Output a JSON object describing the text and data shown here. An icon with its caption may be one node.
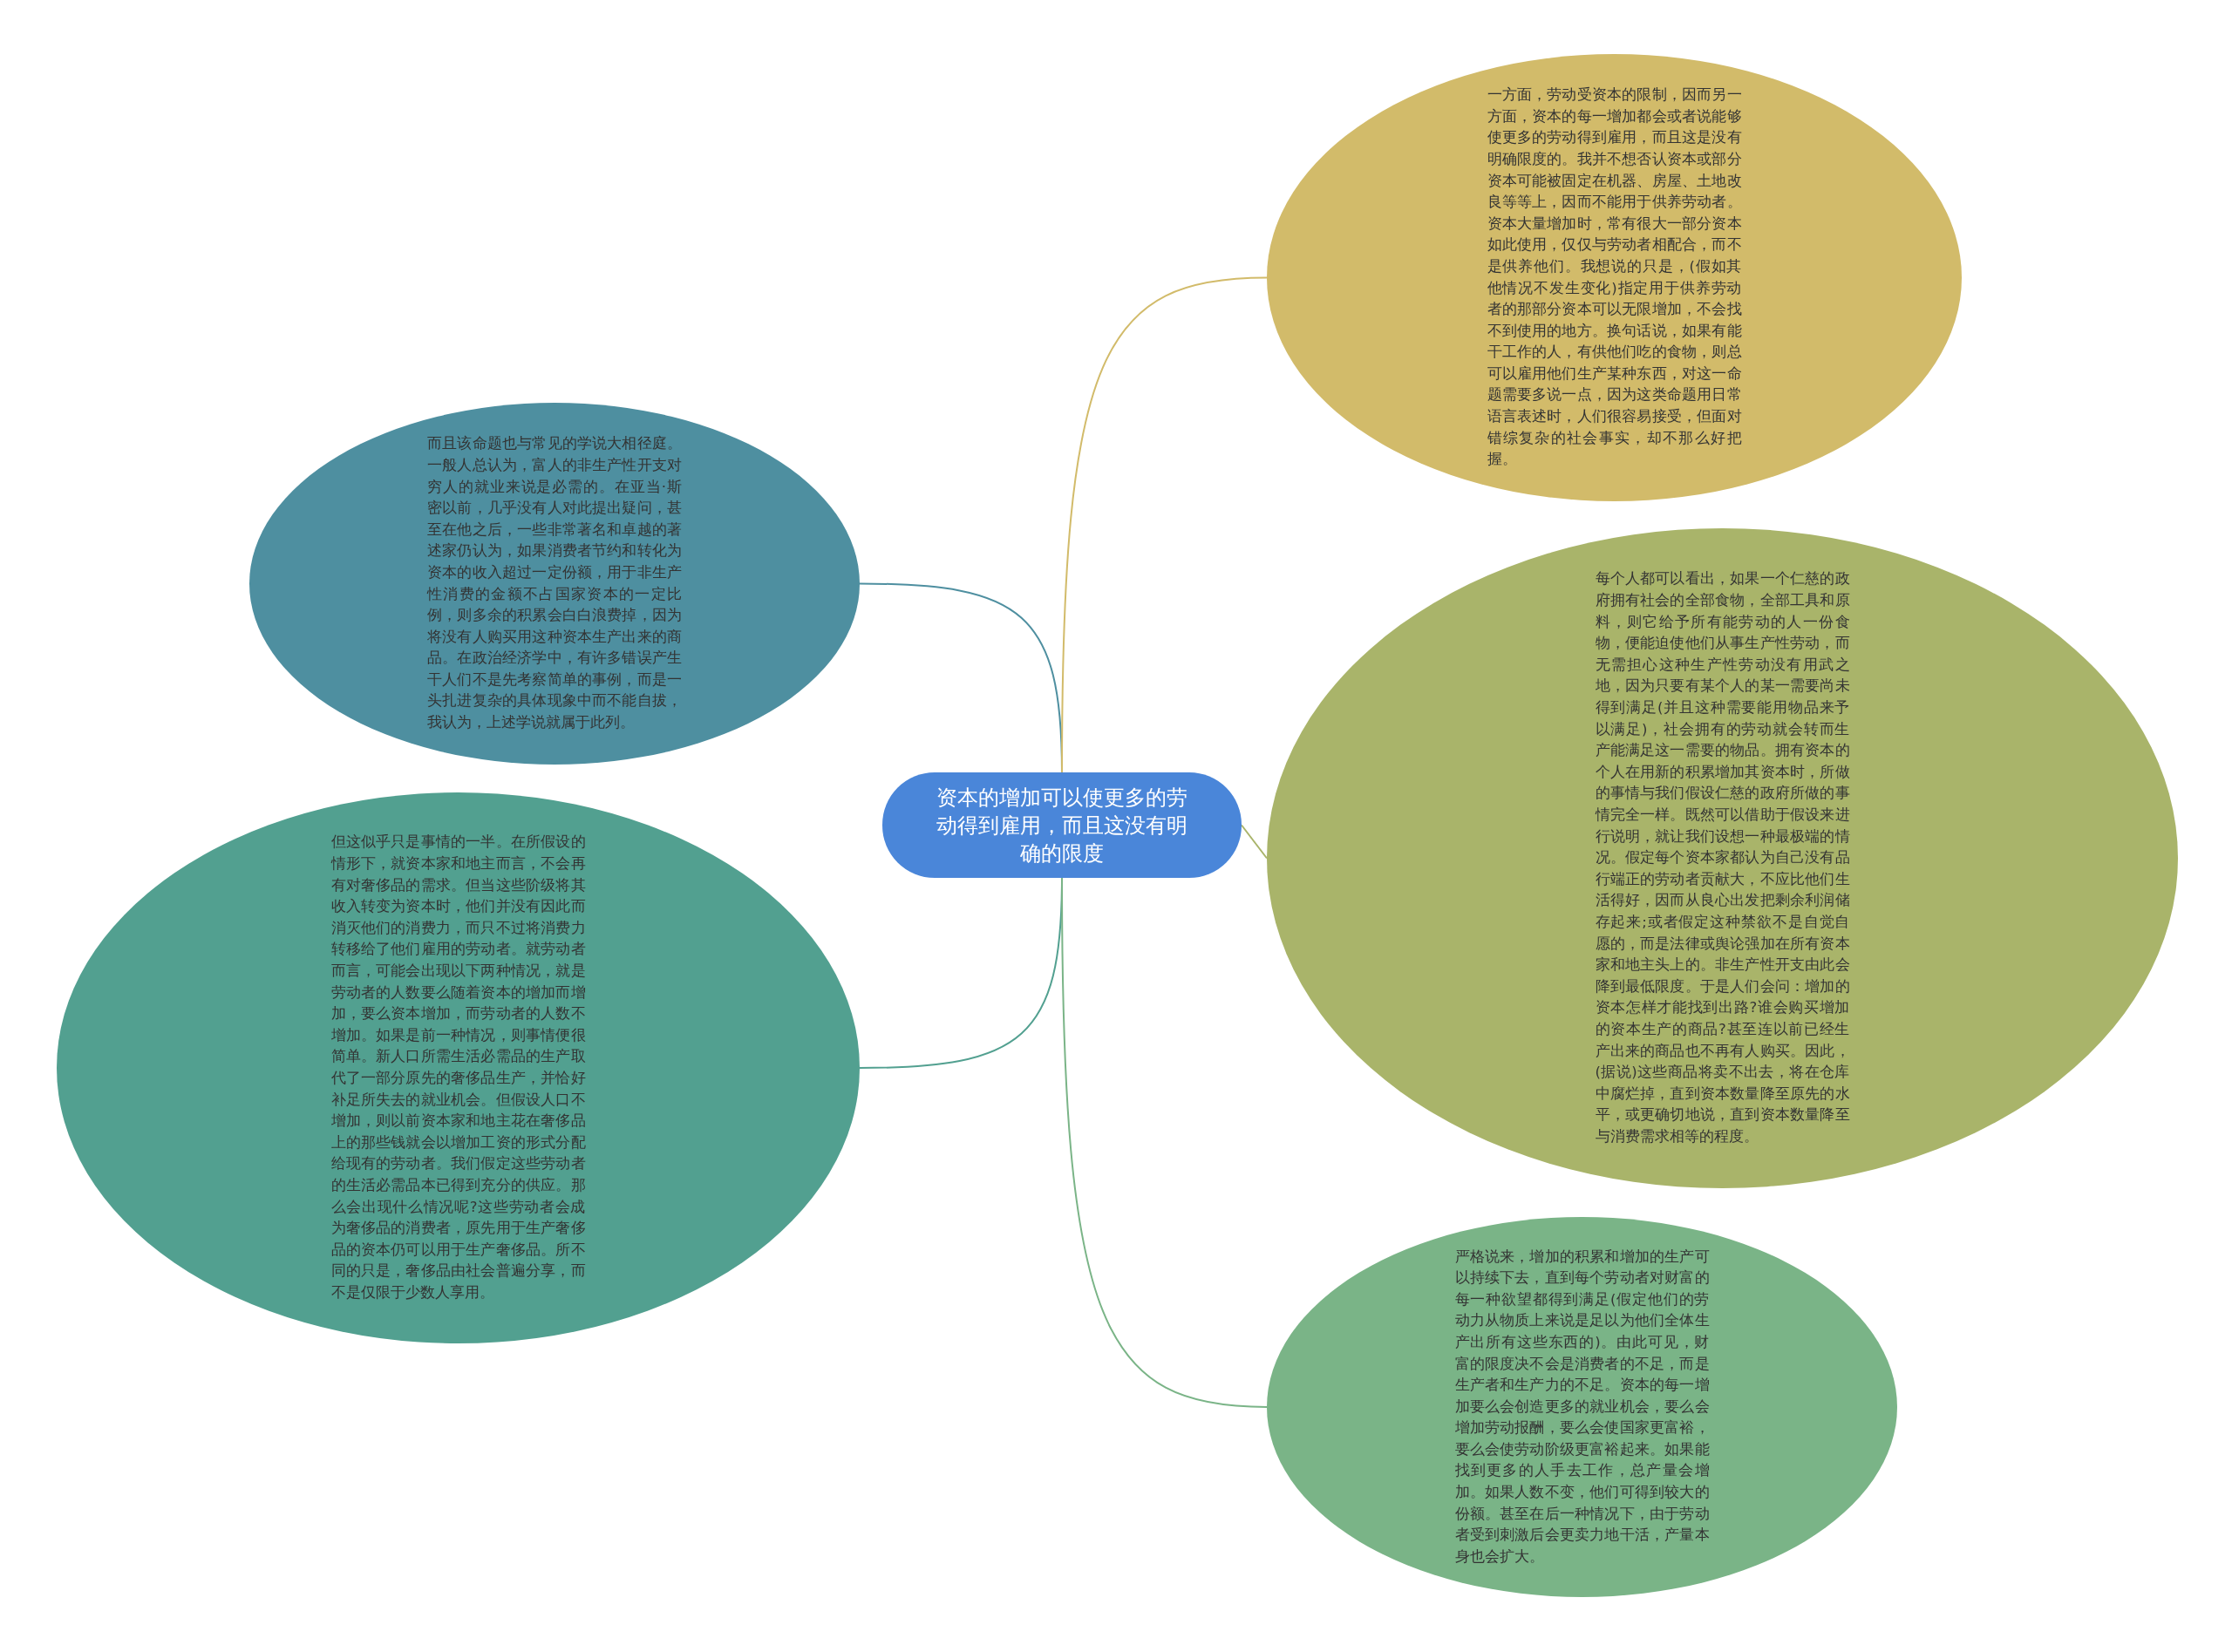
{
  "diagram": {
    "nodes": [
      {
        "text": [
          "资本的增加可以使更多的劳动得到雇用，而且这没有明确的限度"
        ]
      },
      {
        "text": [
          "而且该命题也与常见的学说大相径庭。一般人总认为，富人的非生产性开支对穷人的就业来说是必需的。在亚当·斯密以前，几乎没有人对此提出疑问，甚至在他之后，一些非常著名和卓越的著述家仍认为，如果消费者节约和转化为资本的收入超过一定份额，用于非生产性消费的金额不占国家资本的一定比例，则多余的积累会白白浪费掉，因为将没有人购买用这种资本生产出来的商品。在政治经济学中，有许多错误产生干人们不是先考察简单的事例，而是一头扎进复杂的具体现象中而不能自拔，我认为，上述学说就属于此列。"
        ]
      },
      {
        "text": [
          "但这似乎只是事情的一半。在所假设的情形下，就资本家和地主而言，不会再有对奢侈品的需求。但当这些阶级将其收入转变为资本时，他们并没有因此而消灭他们的消费力，而只不过将消费力转移给了他们雇用的劳动者。就劳动者而言，可能会出现以下两种情况，就是劳动者的人数要么随着资本的增加而增加，要么资本增加，而劳动者的人数不增加。如果是前一种情况，则事情便很简单。新人口所需生活必需品的生产取代了一部分原先的奢侈品生产，并恰好补足所失去的就业机会。但假设人口不增加，则以前资本家和地主花在奢侈品上的那些钱就会以增加工资的形式分配给现有的劳动者。我们假定这些劳动者的生活必需品本已得到充分的供应。那么会出现什么情况呢?这些劳动者会成为奢侈品的消费者，原先用于生产奢侈品的资本仍可以用于生产奢侈品。所不同的只是，奢侈品由社会普遍分享，而不是仅限于少数人享用。"
        ]
      },
      {
        "text": [
          "一方面，劳动受资本的限制，因而另一方面，资本的每一增加都会或者说能够使更多的劳动得到雇用，而且这是没有明确限度的。我并不想否认资本或部分资本可能被固定在机器、房屋、土地改良等等上，因而不能用于供养劳动者。资本大量增加时，常有很大一部分资本如此使用，仅仅与劳动者相配合，而不是供养他们。我想说的只是，(假如其他情况不发生变化)指定用于供养劳动者的那部分资本可以无限增加，不会找不到使用的地方。换句话说，如果有能干工作的人，有供他们吃的食物，则总可以雇用他们生产某种东西，对这一命题需要多说一点，因为这类命题用日常语言表述时，人们很容易接受，但面对错综复杂的社会事实，却不那么好把握。"
        ]
      },
      {
        "text": [
          "每个人都可以看出，如果一个仁慈的政府拥有社会的全部食物，全部工具和原料，则它给予所有能劳动的人一份食物，便能迫使他们从事生产性劳动，而无需担心这种生产性劳动没有用武之地，因为只要有某个人的某一需要尚未得到满足(并且这种需要能用物品来予以满足)，社会拥有的劳动就会转而生产能满足这一需要的物品。拥有资本的个人在用新的积累增加其资本时，所做的事情与我们假设仁慈的政府所做的事情完全一样。既然可以借助于假设来进行说明，就让我们设想一种最极端的情况。假定每个资本家都认为自己没有品行端正的劳动者贡献大，不应比他们生活得好，因而从良心出发把剩余利润储存起来;或者假定这种禁欲不是自觉自愿的，而是法律或舆论强加在所有资本家和地主头上的。非生产性开支由此会降到最低限度。于是人们会问：增加的资本怎样才能找到出路?谁会购买增加的资本生产的商品?甚至连以前已经生产出来的商品也不再有人购买。因此，(据说)这些商品将卖不出去，将在仓库中腐烂掉，直到资本数量降至原先的水平，或更确切地说，直到资本数量降至与消费需求相等的程度。"
        ]
      },
      {
        "text": [
          "严格说来，增加的积累和增加的生产可以持续下去，直到每个劳动者对财富的每一种欲望都得到满足(假定他们的劳动力从物质上来说是足以为他们全体生产出所有这些东西的)。由此可见，财富的限度决不会是消费者的不足，而是生产者和生产力的不足。资本的每一增加要么会创造更多的就业机会，要么会增加劳动报酬，要么会使国家更富裕，要么会使劳动阶级更富裕起来。如果能找到更多的人手去工作，总产量会增加。如果人数不变，他们可得到较大的份额。甚至在后一种情况下，由于劳动者受到刺激后会更卖力地干活，产量本身也会扩大。"
        ]
      }
    ],
    "edges": [
      {
        "from": 0,
        "to": 1,
        "arrow": "none",
        "color": "#4e8fa0"
      },
      {
        "from": 0,
        "to": 2,
        "arrow": "none",
        "color": "#52a090"
      },
      {
        "from": 0,
        "to": 3,
        "arrow": "none",
        "color": "#d2bb6a"
      },
      {
        "from": 0,
        "to": 4,
        "arrow": "none",
        "color": "#a9b46a"
      },
      {
        "from": 0,
        "to": 5,
        "arrow": "none",
        "color": "#7ab487"
      }
    ]
  }
}
